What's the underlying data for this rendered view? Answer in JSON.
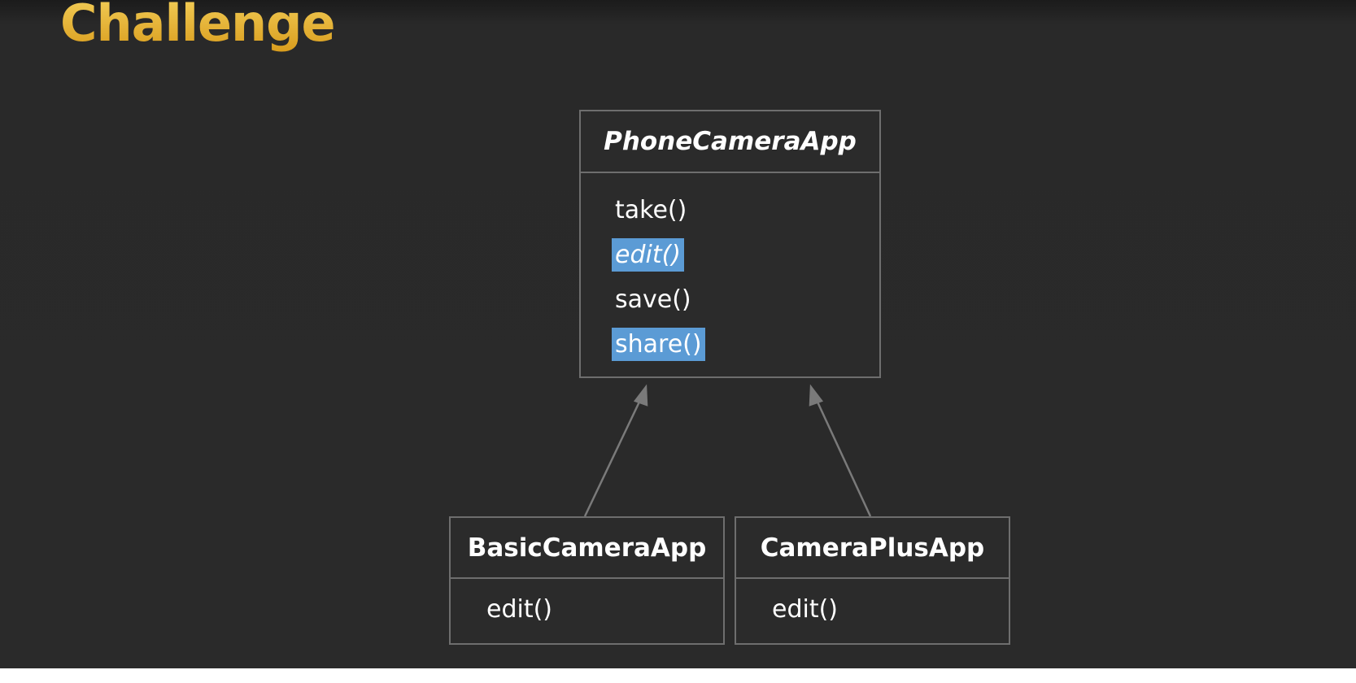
{
  "title": "Challenge",
  "colors": {
    "background": "#2a2a2a",
    "title_gold": "#e8b12c",
    "box_border": "#6e6e6e",
    "highlight": "#5b9bd5",
    "arrow": "#7a7a7a"
  },
  "diagram": {
    "base_class": {
      "name": "PhoneCameraApp",
      "methods": [
        {
          "label": "take()"
        },
        {
          "label": "edit()"
        },
        {
          "label": "save()"
        },
        {
          "label": "share()"
        }
      ]
    },
    "subclasses": [
      {
        "name": "BasicCameraApp",
        "methods": [
          {
            "label": "edit()"
          }
        ]
      },
      {
        "name": "CameraPlusApp",
        "methods": [
          {
            "label": "edit()"
          }
        ]
      }
    ],
    "relationships": [
      {
        "from": "BasicCameraApp",
        "to": "PhoneCameraApp",
        "type": "inheritance"
      },
      {
        "from": "CameraPlusApp",
        "to": "PhoneCameraApp",
        "type": "inheritance"
      }
    ]
  }
}
